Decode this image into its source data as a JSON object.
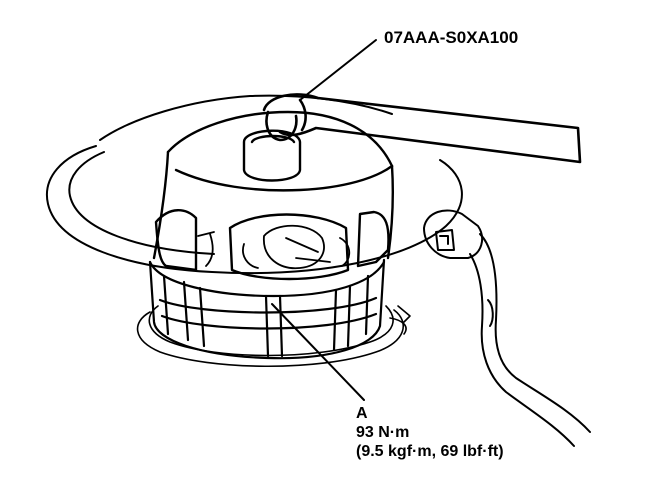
{
  "diagram": {
    "tool_label": "07AAA-S0XA100",
    "callout": {
      "letter": "A",
      "torque_primary": "93 N·m",
      "torque_secondary": "(9.5 kgf·m, 69 lbf·ft)"
    }
  },
  "colors": {
    "ink": "#000000",
    "paper": "#ffffff"
  }
}
